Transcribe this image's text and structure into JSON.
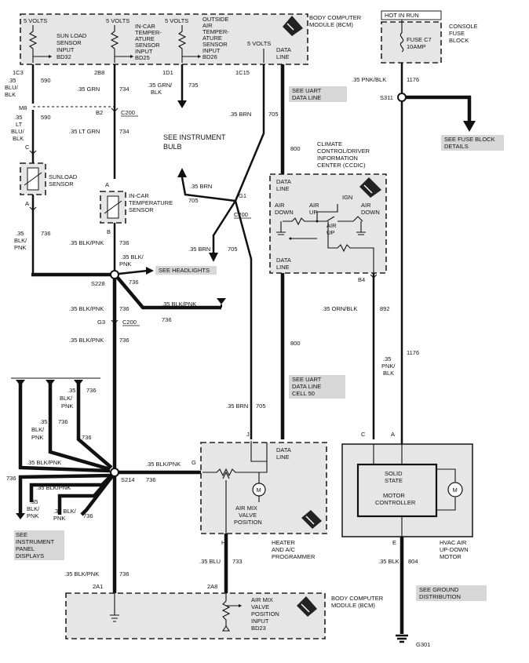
{
  "bcm_top": {
    "title": [
      "BODY COMPUTER",
      "MODULE (BCM)"
    ],
    "v5": [
      "5 VOLTS",
      "5 VOLTS",
      "5 VOLTS",
      "5 VOLTS"
    ],
    "in1": [
      "SUN LOAD",
      "SENSOR",
      "INPUT",
      "BD32"
    ],
    "in2": [
      "IN-CAR",
      "TEMPER-",
      "ATURE",
      "SENSOR",
      "INPUT",
      "BD25"
    ],
    "in3": [
      "OUTSIDE",
      "AIR",
      "TEMPER-",
      "ATURE",
      "SENSOR",
      "INPUT",
      "BD26"
    ],
    "dataline": [
      "DATA",
      "LINE"
    ],
    "pins": [
      "1C3",
      "2B8",
      "1D1",
      "1C15"
    ]
  },
  "console": {
    "hot": "HOT IN RUN",
    "fuse": [
      "FUSE C7",
      "10AMP"
    ],
    "label": [
      "CONSOLE",
      "FUSE",
      "BLOCK"
    ],
    "wire1": ".35 PNK/BLK",
    "circuit1": "1176",
    "splice": "S311",
    "see_fuse": [
      "SEE FUSE BLOCK",
      "DETAILS"
    ]
  },
  "wires": {
    "w590a": [
      ".35",
      "BLU/",
      "BLK",
      "590"
    ],
    "m8": "M8",
    "w590b": [
      ".35",
      "LT",
      "BLU/",
      "BLK",
      "590"
    ],
    "c_pin": "C",
    "sunload": [
      "SUNLOAD",
      "SENSOR"
    ],
    "a_pin": "A",
    "w736a": [
      ".35",
      "BLK/",
      "PNK",
      "736"
    ],
    "grn": ".35 GRN",
    "c734a": "734",
    "b2": "B2",
    "c200": "C200",
    "ltgrn": ".35 LT GRN",
    "c734b": "734",
    "grnblk": [
      ".35 GRN/",
      "BLK"
    ],
    "c735": "735",
    "brn": ".35 BRN",
    "c705": "705",
    "see_uart1": [
      "SEE UART",
      "DATA LINE"
    ],
    "c800a": "800",
    "see_bulb": [
      "SEE INSTRUMENT",
      "BULB"
    ],
    "incar": [
      "IN-CAR",
      "TEMPERATURE",
      "SENSOR"
    ],
    "pinA2": "A",
    "pinB": "B",
    "brn2": ".35 BRN",
    "c705b": "705",
    "g1": "G1",
    "c200b": "C200",
    "brn3": ".35 BRN",
    "c705c": "705",
    "blkpnk1": ".35 BLK/PNK",
    "c736b": "736",
    "blkpnk2": [
      ".35 BLK/",
      "PNK"
    ],
    "c736c": "736",
    "see_head": "SEE HEADLIGHTS",
    "s228": "S228",
    "blkpnk3": ".35 BLK/PNK",
    "c736d": "736",
    "blkpnk4": ".35 BLK/PNK",
    "c736e": "736",
    "g3": "G3",
    "c200c": "C200",
    "blkpnk5": ".35 BLK/PNK",
    "c736f": "736",
    "c800b": "800",
    "see_uart2": [
      "SEE UART",
      "DATA LINE",
      "CELL 50"
    ],
    "brn4": ".35 BRN",
    "c705d": "705",
    "orn": ".35 ORN/BLK",
    "c892": "892",
    "pnkblk2": [
      ".35",
      "PNK/",
      "BLK"
    ],
    "c1176b": "1176"
  },
  "ccdic": {
    "title": [
      "CLIMATE",
      "CONTROL/DRIVER",
      "INFORMATION",
      "CENTER (CCDIC)"
    ],
    "dataline1": [
      "DATA",
      "LINE"
    ],
    "ign": "IGN",
    "airdown1": [
      "AIR",
      "DOWN"
    ],
    "airup1": [
      "AIR",
      "UP"
    ],
    "airdown2": [
      "AIR",
      "DOWN"
    ],
    "airup2": [
      "AIR",
      "UP"
    ],
    "dataline2": [
      "DATA",
      "LINE"
    ],
    "b4": "B4"
  },
  "left": {
    "w1": [
      ".35",
      "BLK/",
      "PNK",
      "736"
    ],
    "w2": [
      ".35",
      "BLK/",
      "PNK",
      "736"
    ],
    "w3": [
      ".35",
      "BLK/",
      "PNK",
      "736"
    ],
    "w4": ".35 BLK/PNK",
    "s214": "S214",
    "w5": ".35 BLK/PNK",
    "c736": "736",
    "w6": ".35 BLK/PNK",
    "c736b": "736",
    "w7": [
      ".35 BLK/",
      "PNK"
    ],
    "c736c": "736",
    "w8": [
      ".35",
      "BLK/",
      "PNK"
    ],
    "see_panel": [
      "SEE",
      "INSTRUMENT",
      "PANEL",
      "DISPLAYS"
    ],
    "w9": ".35 BLK/PNK",
    "c736d": "736",
    "pin2a1": "2A1"
  },
  "programmer": {
    "pinJ": "J",
    "pinG": "G",
    "pinH": "H",
    "dataline": [
      "DATA",
      "LINE"
    ],
    "airmix": [
      "AIR MIX",
      "VALVE",
      "POSITION"
    ],
    "label": [
      "HEATER",
      "AND A/C",
      "PROGRAMMER"
    ],
    "blu": ".35 BLU",
    "c733": "733",
    "pin2a8": "2A8"
  },
  "motor": {
    "pinC": "C",
    "pinA": "A",
    "pinE": "E",
    "solid": [
      "SOLID",
      "STATE"
    ],
    "ctrl": [
      "MOTOR",
      "CONTROLLER"
    ],
    "label": [
      "HVAC AIR",
      "UP-DOWN",
      "MOTOR"
    ],
    "blk": ".35 BLK",
    "c804": "804",
    "see_ground": [
      "SEE GROUND",
      "DISTRIBUTION"
    ],
    "g301": "G301"
  },
  "bcm_bottom": {
    "title": [
      "BODY COMPUTER",
      "MODULE (BCM)"
    ],
    "airmix": [
      "AIR MIX",
      "VALVE",
      "POSITION",
      "INPUT",
      "BD23"
    ]
  },
  "motor_symbol": "M"
}
